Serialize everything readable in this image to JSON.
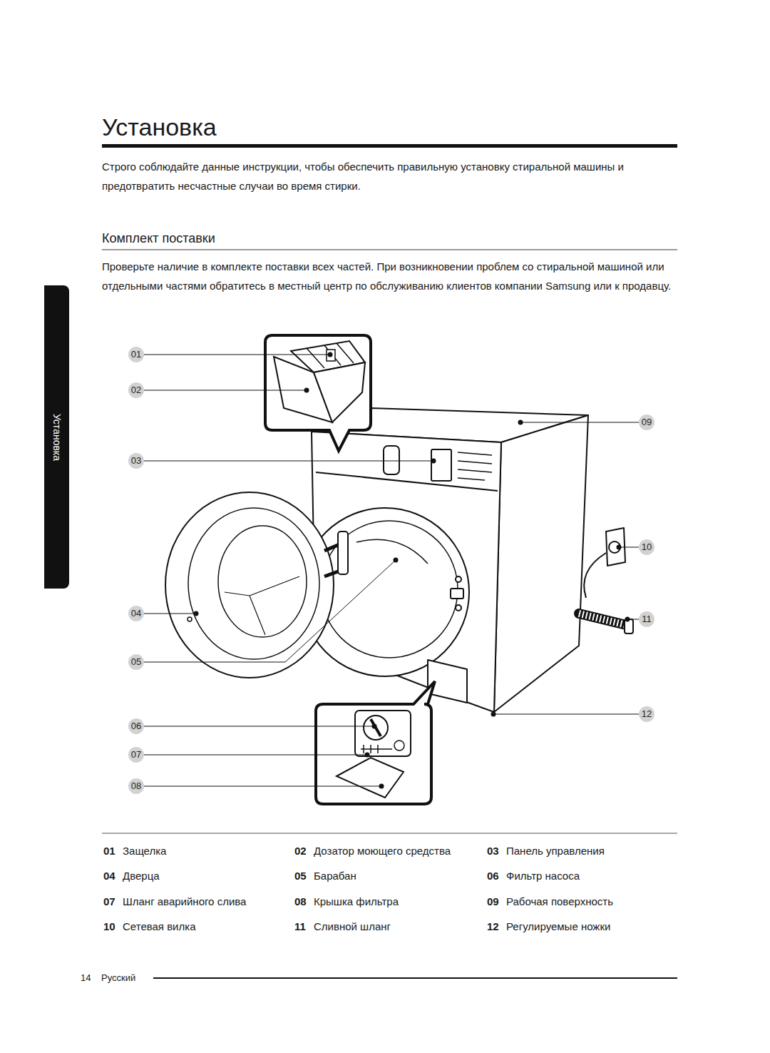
{
  "diagram": {
    "title": "Установка",
    "nodes": [
      {
        "text": [
          "Установка"
        ]
      }
    ],
    "labels": [
      "Строго соблюдайте данные инструкции, чтобы обеспечить правильную установку стиральной машины и предотвратить несчастные случаи во время стирки.",
      "Комплект поставки",
      "Проверьте наличие в комплекте поставки всех частей. При возникновении проблем со стиральной машиной или отдельными частями обратитесь в местный центр по обслуживанию клиентов компании Samsung или к продавцу.",
      "01",
      "02",
      "03",
      "04",
      "05",
      "06",
      "07",
      "08",
      "09",
      "10",
      "11",
      "12",
      "01",
      "Защелка",
      "02",
      "Дозатор моющего средства",
      "03",
      "Панель управления",
      "04",
      "Дверца",
      "05",
      "Барабан",
      "06",
      "Фильтр насоса",
      "07",
      "Шланг аварийного слива",
      "08",
      "Крышка фильтра",
      "09",
      "Рабочая поверхность",
      "10",
      "Сетевая вилка",
      "11",
      "Сливной шланг",
      "12",
      "Регулируемые ножки",
      "14",
      "Русский"
    ]
  }
}
